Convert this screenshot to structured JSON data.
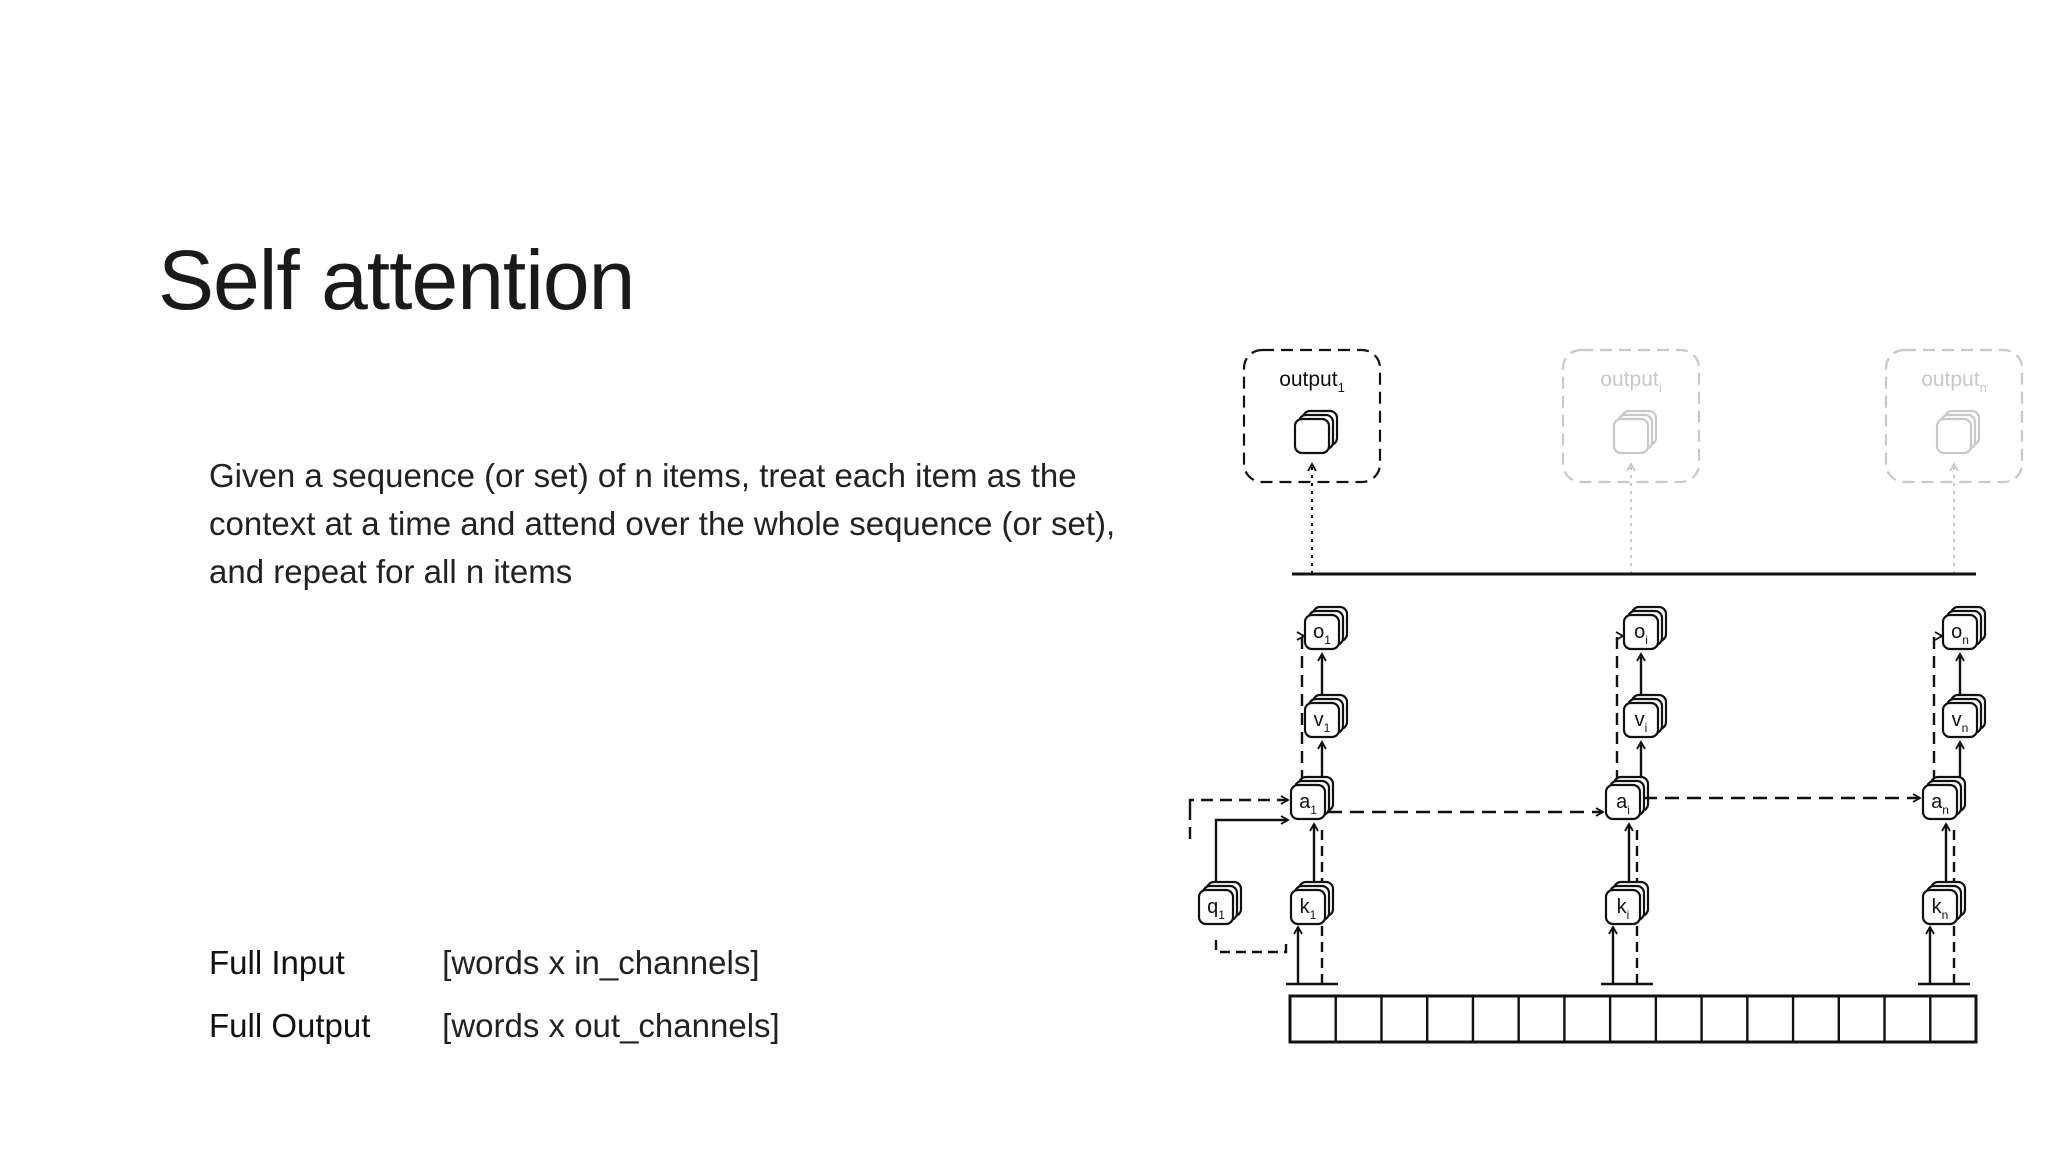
{
  "slide": {
    "title": "Self attention",
    "body_lines": [
      "Given a sequence (or set) of n items, treat each item as the",
      "context at a time and attend over the whole sequence (or set),",
      "and repeat for all n items"
    ],
    "full_input": {
      "label": "Full Input",
      "value": "[words x in_channels]"
    },
    "full_output": {
      "label": "Full Output",
      "value": "[words x out_channels]"
    }
  },
  "diagram": {
    "outputs": [
      {
        "base": "output",
        "sub": "1"
      },
      {
        "base": "output",
        "sub": "i"
      },
      {
        "base": "output",
        "sub": "n"
      }
    ],
    "columns": [
      {
        "o": "o",
        "v": "v",
        "a": "a",
        "k": "k",
        "sub": "1"
      },
      {
        "o": "o",
        "v": "v",
        "a": "a",
        "k": "k",
        "sub": "i"
      },
      {
        "o": "o",
        "v": "v",
        "a": "a",
        "k": "k",
        "sub": "n"
      }
    ],
    "query": {
      "base": "q",
      "sub": "1"
    },
    "sequence_cells": 15,
    "colors": {
      "line": "#111111",
      "faded": "#c8c8c8"
    }
  }
}
